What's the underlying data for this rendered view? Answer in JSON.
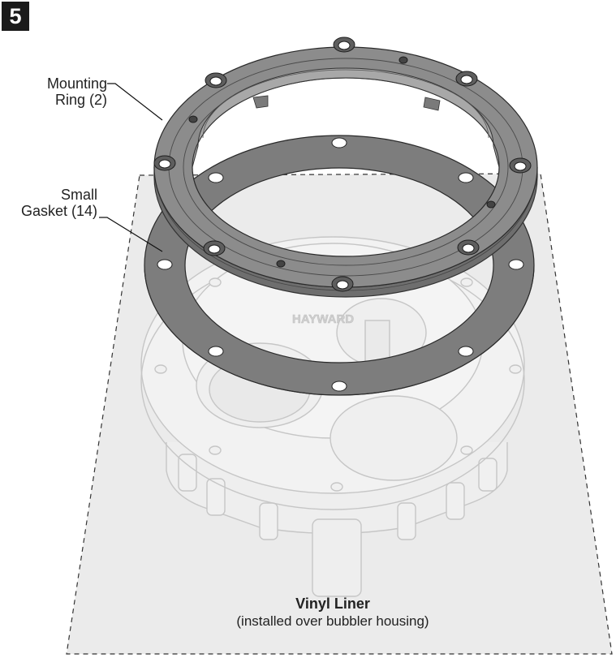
{
  "step": "5",
  "callouts": {
    "mounting_ring": [
      "Mounting",
      "Ring (2)"
    ],
    "small_gasket": [
      "Small",
      "Gasket (14)"
    ]
  },
  "liner": {
    "title": "Vinyl Liner",
    "subtitle": "(installed over bubbler housing)"
  },
  "housing_logo_text": "HAYWARD",
  "colors": {
    "ring_fill": "#8a8a8a",
    "ring_edge": "#5a5a5a",
    "gasket_fill": "#7d7d7d",
    "liner_fill": "#ebebeb",
    "housing_line": "#c8c8c8",
    "badge": "#1a1a1a"
  }
}
